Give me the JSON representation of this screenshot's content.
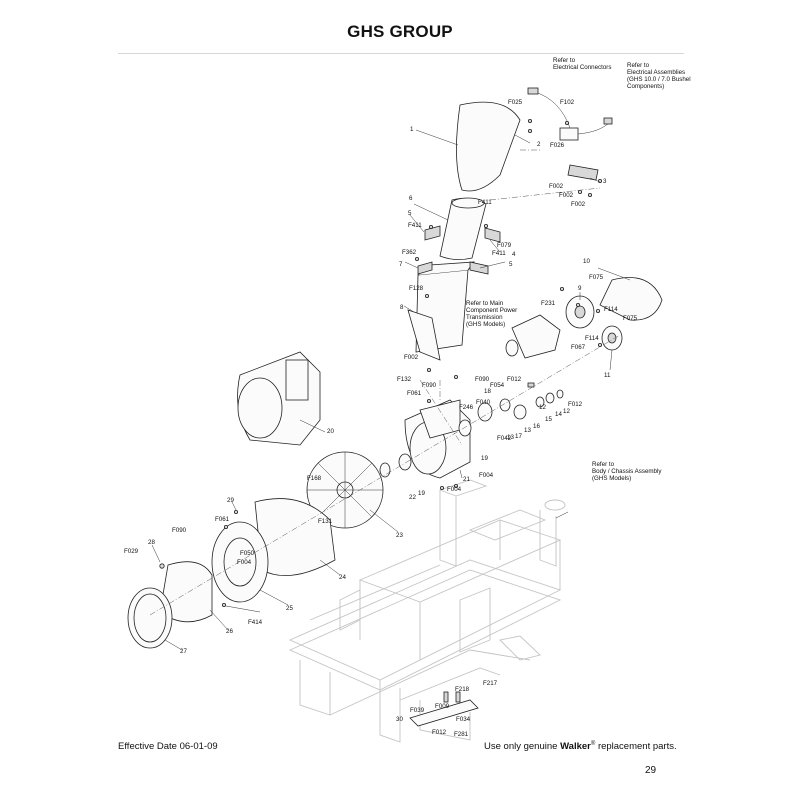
{
  "header": {
    "title": "GHS GROUP"
  },
  "footer": {
    "effective_date": "Effective Date 06-01-09",
    "notice_prefix": "Use only genuine",
    "notice_brand": "Walker",
    "notice_mark": "®",
    "notice_suffix": "replacement parts.",
    "page_number": "29"
  },
  "notes": {
    "electrical_connectors": [
      "Refer to",
      "Electrical Connectors"
    ],
    "electrical_assemblies": [
      "Refer to",
      "Electrical Assemblies",
      "(GHS 10.0 / 7.0 Bushel",
      "Components)"
    ],
    "main_component": [
      "Refer to Main",
      "Component Power",
      "Transmission",
      "(GHS Models)"
    ],
    "body_chassis": [
      "Refer to",
      "Body / Chassis Assembly",
      "(GHS Models)"
    ]
  },
  "callouts": {
    "c1": "1",
    "c2": "2",
    "c3": "3",
    "c4": "4",
    "c5a": "5",
    "c5b": "5",
    "c6": "6",
    "c7": "7",
    "c8": "8",
    "c9": "9",
    "c10": "10",
    "c11": "11",
    "c12a": "12",
    "c12b": "12",
    "c13a": "13",
    "c13b": "13",
    "c14": "14",
    "c15": "15",
    "c16": "16",
    "c17": "17",
    "c18": "18",
    "c19a": "19",
    "c19b": "19",
    "c20": "20",
    "c21": "21",
    "c22": "22",
    "c23": "23",
    "c24": "24",
    "c25": "25",
    "c26": "26",
    "c27": "27",
    "c28": "28",
    "c29": "29",
    "c30": "30",
    "f025": "F025",
    "f102": "F102",
    "f026": "F026",
    "f002a": "F002",
    "f002b": "F002",
    "f002c": "F002",
    "f411a": "F411",
    "f411b": "F411",
    "f411c": "F411",
    "f079": "F079",
    "f362": "F362",
    "f128": "F128",
    "f002d": "F002",
    "f132": "F132",
    "f090a": "F090",
    "f090b": "F090",
    "f061a": "F061",
    "f246": "F246",
    "f040": "F040",
    "f054": "F054",
    "f012a": "F012",
    "f012b": "F012",
    "f042": "F042",
    "f004a": "F004",
    "f004b": "F004",
    "f075a": "F075",
    "f075b": "F075",
    "f231": "F231",
    "f114a": "F114",
    "f114b": "F114",
    "f067": "F067",
    "f168": "F168",
    "f131": "F131",
    "f061b": "F061",
    "f090c": "F090",
    "f029": "F029",
    "f050": "F050",
    "f004c": "F004",
    "f414": "F414",
    "f217": "F217",
    "f218": "F218",
    "f039": "F039",
    "f009": "F009",
    "f034": "F034",
    "f012c": "F012",
    "f281": "F281"
  }
}
